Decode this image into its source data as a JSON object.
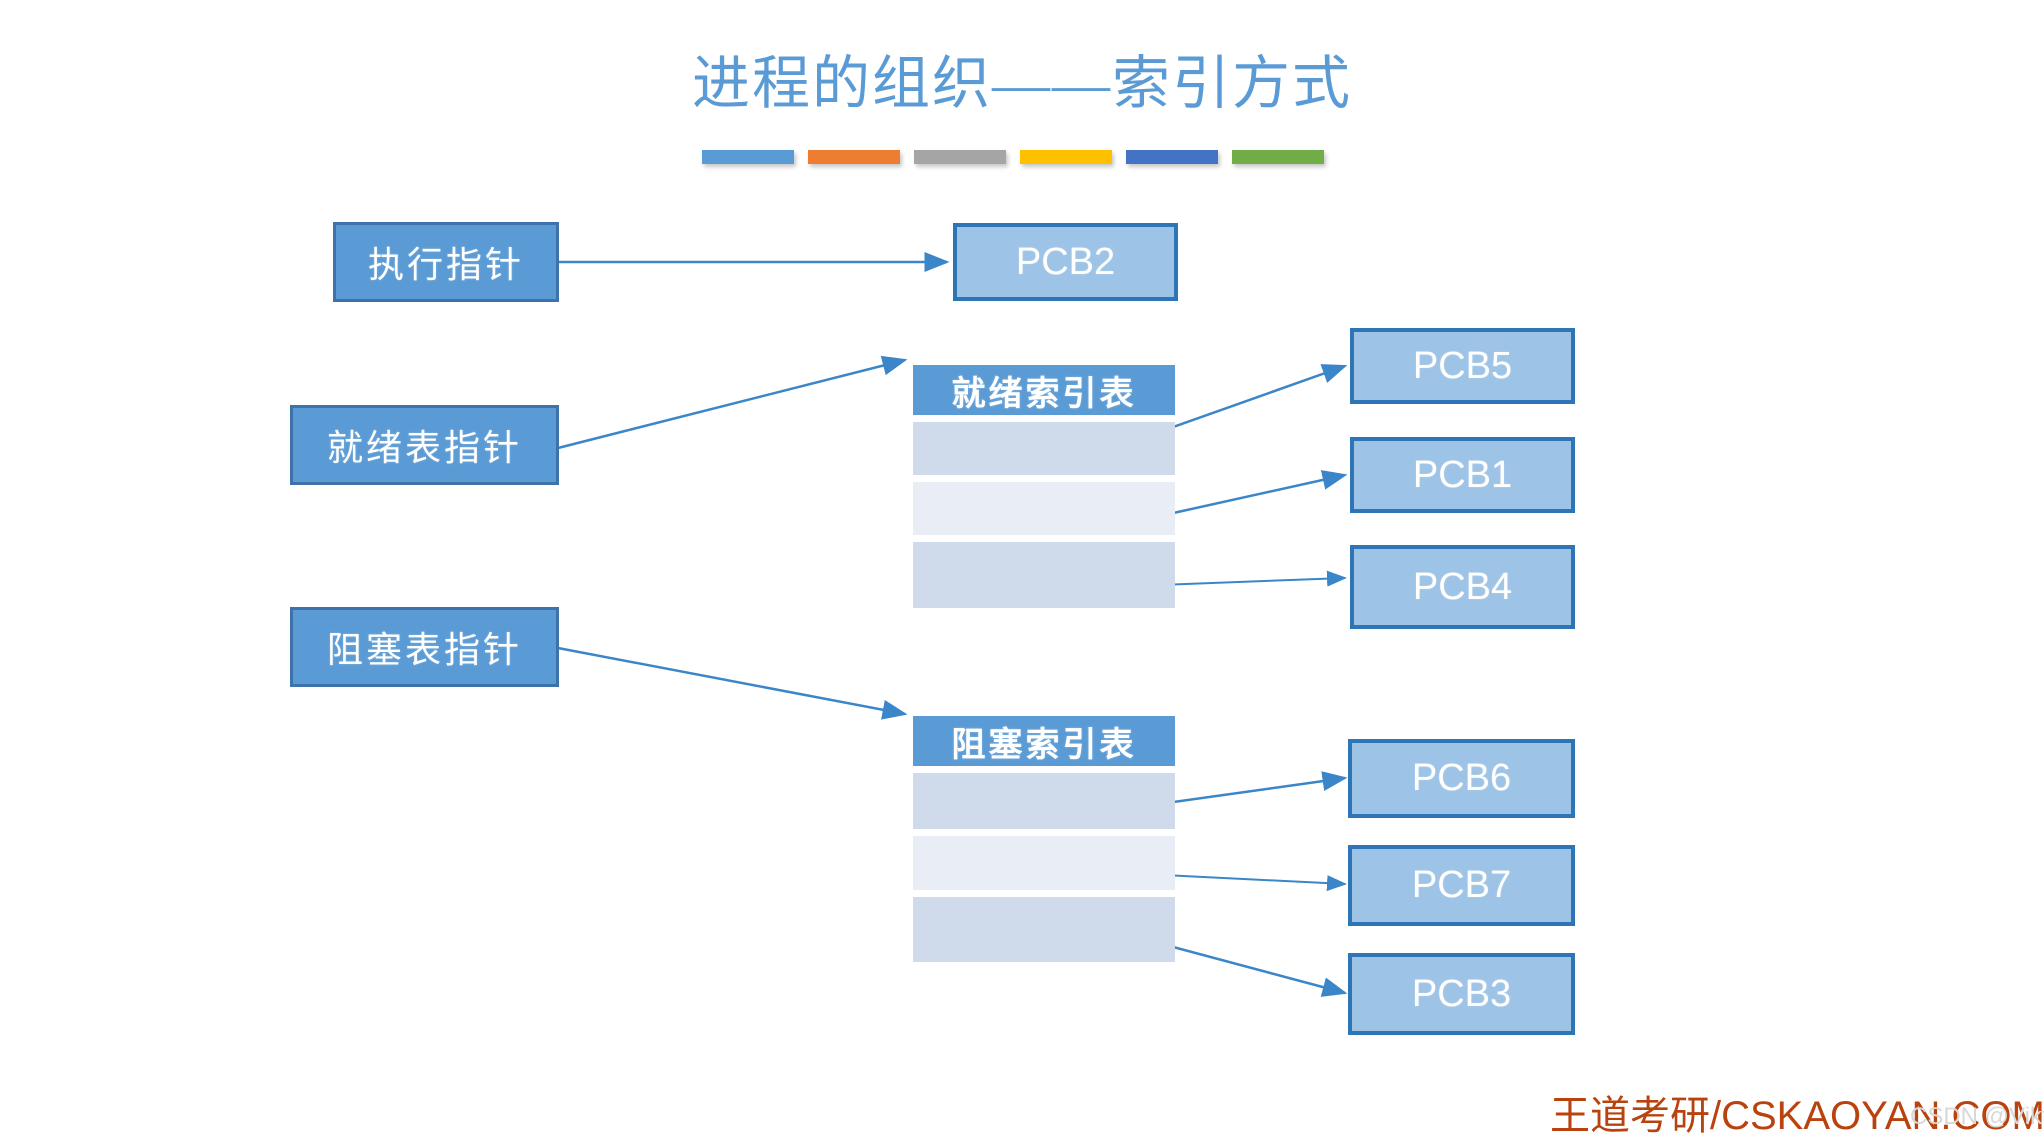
{
  "slide": {
    "title": "进程的组织——索引方式",
    "title_color": "#5B9BD5",
    "background": "#ffffff"
  },
  "accent_bars": [
    {
      "name": "bar-blue",
      "color": "#5B9BD5"
    },
    {
      "name": "bar-orange",
      "color": "#ED7D31"
    },
    {
      "name": "bar-gray",
      "color": "#A5A5A5"
    },
    {
      "name": "bar-yellow",
      "color": "#FFC000"
    },
    {
      "name": "bar-darkblue",
      "color": "#4472C4"
    },
    {
      "name": "bar-green",
      "color": "#70AD47"
    }
  ],
  "pointers": [
    {
      "id": "run-pointer",
      "label": "执行指针"
    },
    {
      "id": "ready-pointer",
      "label": "就绪表指针"
    },
    {
      "id": "blocked-pointer",
      "label": "阻塞表指针"
    }
  ],
  "running_pcb": {
    "label": "PCB2"
  },
  "tables": [
    {
      "id": "ready-index-table",
      "header": "就绪索引表",
      "header_color": "#5B9BD5",
      "rows": [
        {
          "shade": "dark",
          "color": "#CFDAEA"
        },
        {
          "shade": "light",
          "color": "#E9EDF5"
        },
        {
          "shade": "dark",
          "color": "#CFDAEA"
        }
      ],
      "targets": [
        "PCB5",
        "PCB1",
        "PCB4"
      ]
    },
    {
      "id": "blocked-index-table",
      "header": "阻塞索引表",
      "header_color": "#5B9BD5",
      "rows": [
        {
          "shade": "dark",
          "color": "#CFDAEA"
        },
        {
          "shade": "light",
          "color": "#E9EDF5"
        },
        {
          "shade": "dark",
          "color": "#CFDAEA"
        }
      ],
      "targets": [
        "PCB6",
        "PCB7",
        "PCB3"
      ]
    }
  ],
  "pcb_blocks": [
    {
      "id": "pcb5",
      "label": "PCB5"
    },
    {
      "id": "pcb1",
      "label": "PCB1"
    },
    {
      "id": "pcb4",
      "label": "PCB4"
    },
    {
      "id": "pcb6",
      "label": "PCB6"
    },
    {
      "id": "pcb7",
      "label": "PCB7"
    },
    {
      "id": "pcb3",
      "label": "PCB3"
    }
  ],
  "colors": {
    "pointer_fill": "#5B9BD5",
    "pointer_border": "#3D73A8",
    "pcb_fill": "#9DC3E6",
    "pcb_border": "#2E75B6",
    "connector": "#2E75B6"
  },
  "footer": {
    "brand": "王道考研/CSKAOYAN.COM",
    "brand_color": "#B9430E",
    "watermark": "CSDN @Viktoriae"
  }
}
